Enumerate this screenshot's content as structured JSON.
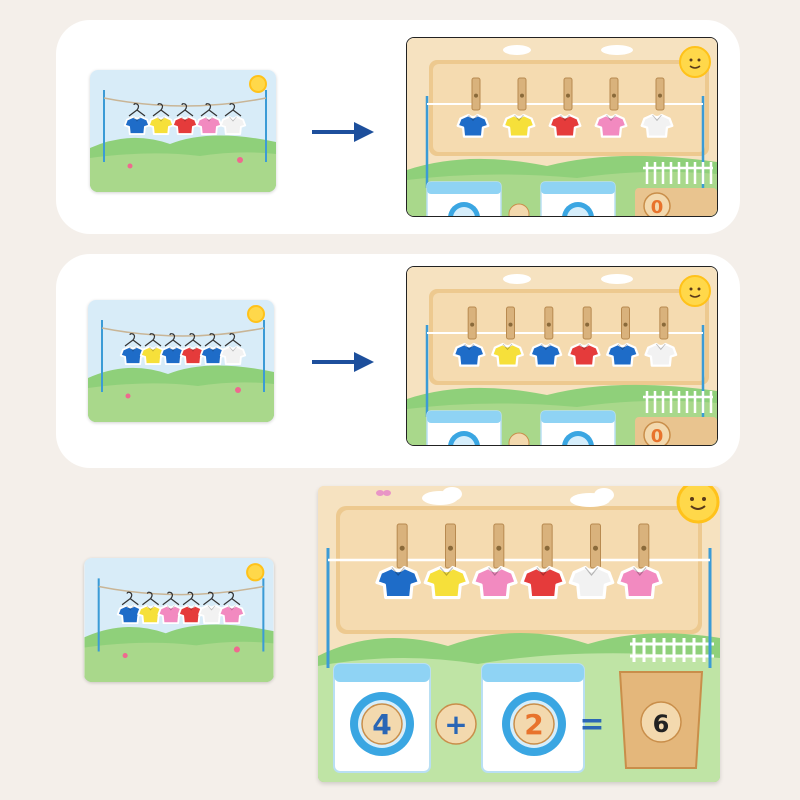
{
  "colors": {
    "background": "#f4efea",
    "panel": "#ffffff",
    "arrow": "#1d4f9c",
    "sky": "#d8ecf8",
    "grass": "#a9d88b",
    "wood": "#f3d9ae",
    "digit_blue": "#2a66b5",
    "digit_orange": "#e8732c",
    "shirt_blue": "#1e6cc8",
    "shirt_yellow": "#f6e03a",
    "shirt_red": "#e53b3b",
    "shirt_pink": "#f28ac0",
    "shirt_white": "#f2f2f2"
  },
  "rows": [
    {
      "card_shirts": [
        "blue",
        "yellow",
        "red",
        "pink",
        "white"
      ],
      "board_shirts": [
        "blue",
        "yellow",
        "red",
        "pink",
        "white"
      ],
      "answer": "0"
    },
    {
      "card_shirts": [
        "blue",
        "yellow",
        "blue",
        "red",
        "blue",
        "white"
      ],
      "board_shirts": [
        "blue",
        "yellow",
        "blue",
        "red",
        "blue",
        "white"
      ],
      "answer": "0"
    }
  ],
  "bottom": {
    "card_shirts": [
      "blue",
      "yellow",
      "pink",
      "red",
      "white",
      "pink"
    ],
    "board_shirts": [
      "blue",
      "yellow",
      "pink",
      "red",
      "white",
      "pink"
    ],
    "equation": {
      "left": "4",
      "operator": "+",
      "right": "2",
      "equals": "=",
      "result": "6"
    }
  },
  "icons": [
    "arrow-right-icon",
    "sun-icon",
    "cloud-icon",
    "butterfly-icon",
    "flower-icon",
    "clothes-peg-icon",
    "hanger-icon",
    "washing-machine-icon",
    "fence-icon"
  ]
}
